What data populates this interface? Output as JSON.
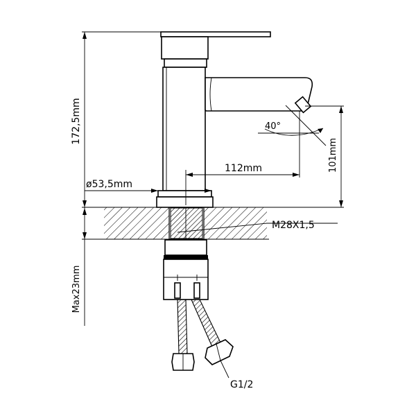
{
  "diagram": {
    "labels": {
      "height_total": "172,5mm",
      "angle": "40°",
      "spout_reach": "112mm",
      "spout_height": "101mm",
      "base_diameter": "ø53,5mm",
      "thread": "M28X1,5",
      "max_thickness": "Max23mm",
      "connection": "G1/2"
    },
    "colors": {
      "line": "#000000",
      "background": "#ffffff"
    }
  }
}
